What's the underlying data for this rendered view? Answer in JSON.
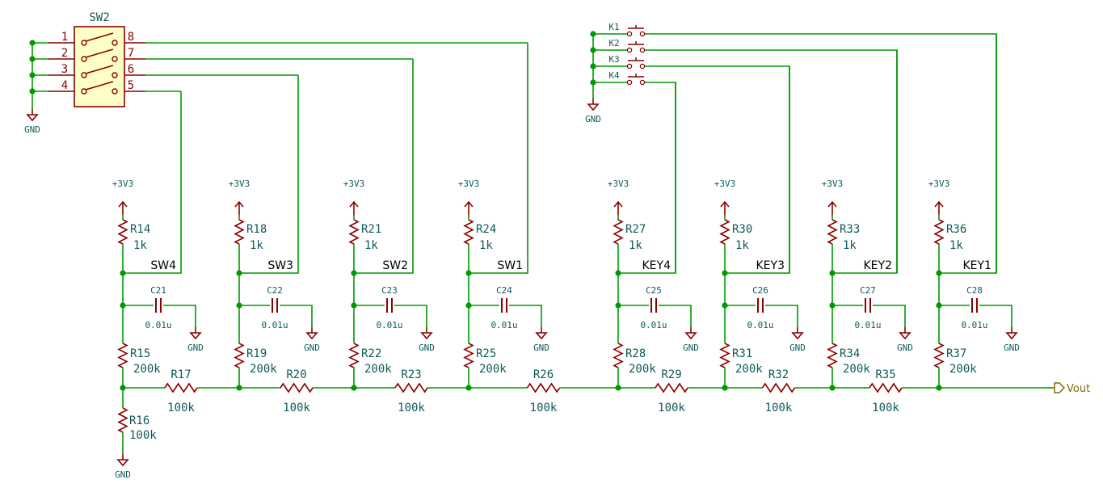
{
  "colors": {
    "wire": "#009900",
    "component": "#8a0000",
    "component_fill": "#ffffc8",
    "power": "#8a0000",
    "ref_text": "#0f5a5a",
    "net_label": "#000000",
    "junction": "#009900",
    "output_port": "#8a6a00"
  },
  "dip_switch": {
    "ref": "SW2",
    "pins_left": [
      "1",
      "2",
      "3",
      "4"
    ],
    "pins_right": [
      "8",
      "7",
      "6",
      "5"
    ]
  },
  "keys": [
    "K1",
    "K2",
    "K3",
    "K4"
  ],
  "gnd_label": "GND",
  "vcc_label": "+3V3",
  "output_label": "Vout",
  "stages": [
    {
      "pull_ref": "R14",
      "pull_val": "1k",
      "net": "SW4",
      "cap_ref": "C21",
      "cap_val": "0.01u",
      "div_ref": "R15",
      "div_val": "200k",
      "ser_ref": "R17",
      "ser_val": "100k"
    },
    {
      "pull_ref": "R18",
      "pull_val": "1k",
      "net": "SW3",
      "cap_ref": "C22",
      "cap_val": "0.01u",
      "div_ref": "R19",
      "div_val": "200k",
      "ser_ref": "R20",
      "ser_val": "100k"
    },
    {
      "pull_ref": "R21",
      "pull_val": "1k",
      "net": "SW2",
      "cap_ref": "C23",
      "cap_val": "0.01u",
      "div_ref": "R22",
      "div_val": "200k",
      "ser_ref": "R23",
      "ser_val": "100k"
    },
    {
      "pull_ref": "R24",
      "pull_val": "1k",
      "net": "SW1",
      "cap_ref": "C24",
      "cap_val": "0.01u",
      "div_ref": "R25",
      "div_val": "200k",
      "ser_ref": "R26",
      "ser_val": "100k"
    },
    {
      "pull_ref": "R27",
      "pull_val": "1k",
      "net": "KEY4",
      "cap_ref": "C25",
      "cap_val": "0.01u",
      "div_ref": "R28",
      "div_val": "200k",
      "ser_ref": "R29",
      "ser_val": "100k"
    },
    {
      "pull_ref": "R30",
      "pull_val": "1k",
      "net": "KEY3",
      "cap_ref": "C26",
      "cap_val": "0.01u",
      "div_ref": "R31",
      "div_val": "200k",
      "ser_ref": "R32",
      "ser_val": "100k"
    },
    {
      "pull_ref": "R33",
      "pull_val": "1k",
      "net": "KEY2",
      "cap_ref": "C27",
      "cap_val": "0.01u",
      "div_ref": "R34",
      "div_val": "200k",
      "ser_ref": "R35",
      "ser_val": "100k"
    },
    {
      "pull_ref": "R36",
      "pull_val": "1k",
      "net": "KEY1",
      "cap_ref": "C28",
      "cap_val": "0.01u",
      "div_ref": "R37",
      "div_val": "200k",
      "ser_ref": "",
      "ser_val": ""
    }
  ],
  "bottom_resistor": {
    "ref": "R16",
    "val": "100k"
  }
}
